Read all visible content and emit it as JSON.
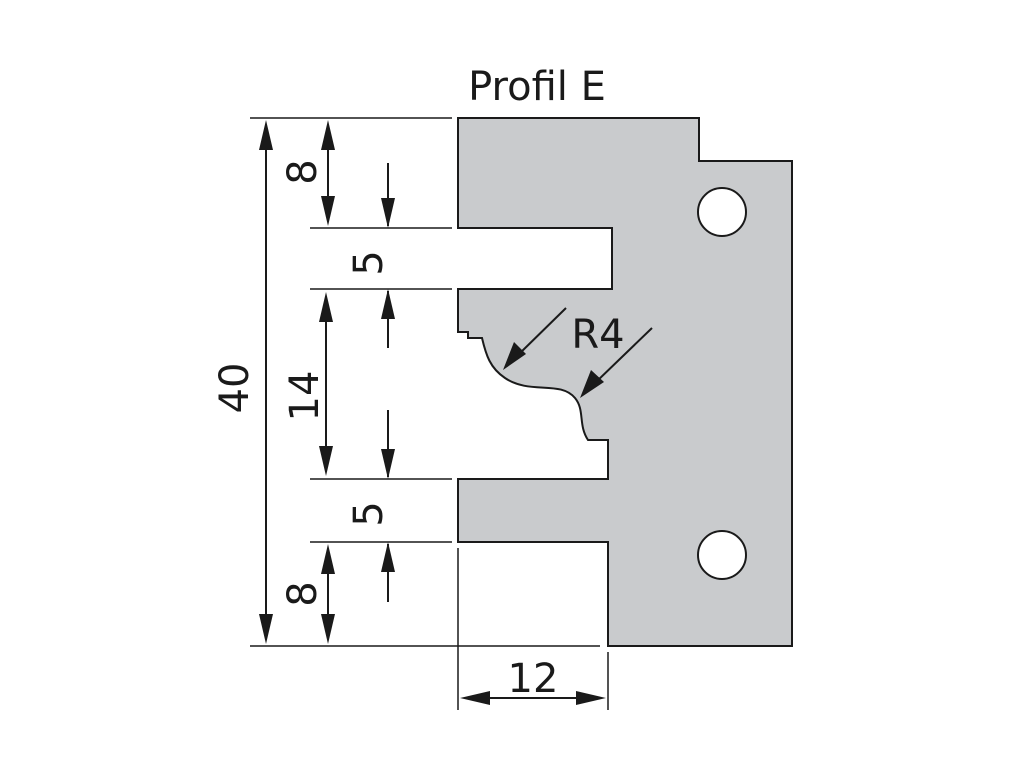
{
  "title": "Profil E",
  "dimensions": {
    "overall_height": "40",
    "top_margin": "8",
    "upper_groove": "5",
    "profile_height": "14",
    "lower_groove": "5",
    "bottom_margin": "8",
    "depth": "12",
    "radius": "R4"
  },
  "colors": {
    "blade_fill": "#c9cbcd",
    "outline": "#1a1a1a",
    "background": "#ffffff"
  }
}
